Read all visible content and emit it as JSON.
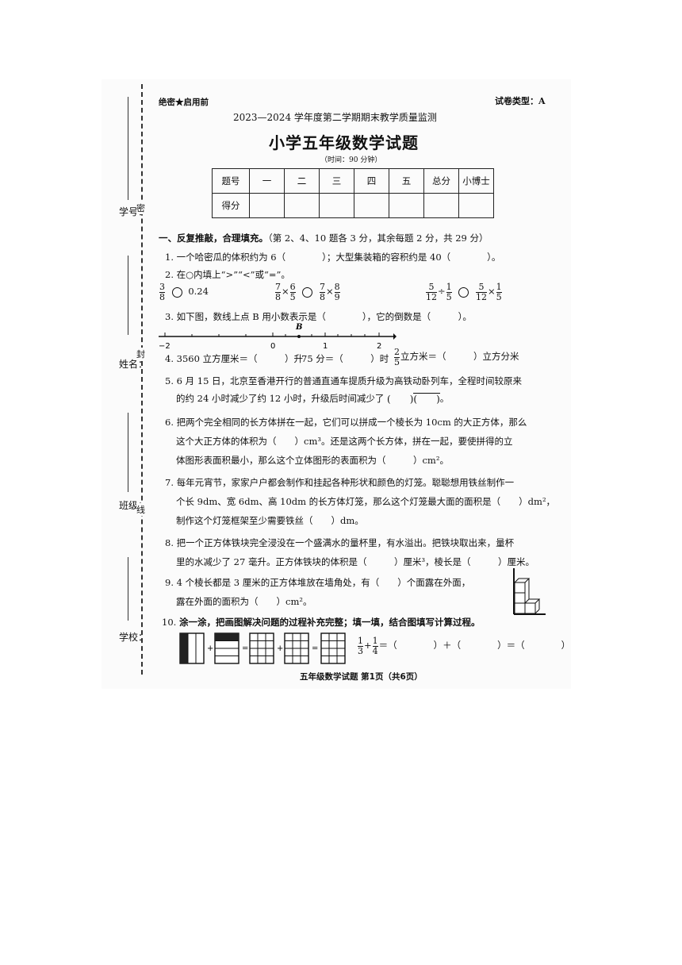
{
  "header": {
    "secret": "绝密★启用前",
    "paper_type": "试卷类型：A",
    "exam_name": "2023—2024 学年度第二学期期末教学质量监测",
    "title": "小学五年级数学试题",
    "time": "（时间：90 分钟）"
  },
  "binding": {
    "student_id": "学号：",
    "name": "姓名：",
    "class": "班级：",
    "school": "学校：",
    "mark_seal": "密",
    "mark_fold": "封",
    "mark_line": "线"
  },
  "score_table": {
    "row1": [
      "题号",
      "一",
      "二",
      "三",
      "四",
      "五",
      "总分",
      "小博士"
    ],
    "row2_label": "得分"
  },
  "section1": {
    "heading": "一、反复推敲，合理填充。",
    "note": "（第 2、4、10 题各 3 分，其余每题 2 分，共 29 分）"
  },
  "q1": {
    "num": "1.",
    "text": "一个哈密瓜的体积约为 6（　　　　）；大型集装箱的容积约是 40（　　　　）。"
  },
  "q2": {
    "num": "2.",
    "text": "在○内填上“>”“<”或“=”。",
    "a_n": "3",
    "a_d": "8",
    "a_r": "0.24",
    "b1_n": "7",
    "b1_d": "8",
    "b_op": "×",
    "b2_n": "6",
    "b2_d": "5",
    "b3_n": "7",
    "b3_d": "8",
    "b4_n": "8",
    "b4_d": "9",
    "c1_n": "5",
    "c1_d": "12",
    "c_div": "÷",
    "c2_n": "1",
    "c2_d": "5",
    "c3_n": "5",
    "c3_d": "12",
    "c4_n": "1",
    "c4_d": "5"
  },
  "q3": {
    "num": "3.",
    "text": "如下图，数线上点 B 用小数表示是（　　　　），它的倒数是（　　　）。",
    "point": "B",
    "ticks": [
      "−2",
      "0",
      "1",
      "2"
    ]
  },
  "q4": {
    "num": "4.",
    "a": "3560 立方厘米＝（　　　）升",
    "b": "75 分＝（　　　）时",
    "c_n": "2",
    "c_d": "5",
    "c": "立方米＝（　　　）立方分米"
  },
  "q5": {
    "num": "5.",
    "line1": "6 月 15 日，北京至香港开行的普通直通车提质升级为高铁动卧列车，全程时间较原来",
    "line2": "的约 24 小时减少了约 12 小时，升级后时间减少了",
    "paren_top": "(　　)",
    "paren_bot": "(　　)",
    "end": "。"
  },
  "q6": {
    "num": "6.",
    "line1": "把两个完全相同的长方体拼在一起，它们可以拼成一个棱长为 10cm 的大正方体，那么",
    "line2": "这个大正方体的体积为（　　）cm³。还是这两个长方体，拼在一起，要使拼得的立",
    "line3": "体图形表面积最小，那么这个立体图形的表面积为（　　　）cm²。"
  },
  "q7": {
    "num": "7.",
    "line1": "每年元宵节，家家户户都会制作和挂起各种形状和颜色的灯笼。聪聪想用铁丝制作一",
    "line2": "个长 9dm、宽 6dm、高 10dm 的长方体灯笼，那么这个灯笼最大面的面积是（　　）dm²，",
    "line3": "制作这个灯笼框架至少需要铁丝（　　）dm。"
  },
  "q8": {
    "num": "8.",
    "line1": "把一个正方体铁块完全浸没在一个盛满水的量杯里，有水溢出。把铁块取出来，量杯",
    "line2": "里的水减少了 27 毫升。正方体铁块的体积是（　　　）厘米³，棱长是（　　　）厘米。"
  },
  "q9": {
    "num": "9.",
    "line1": "4 个棱长都是 3 厘米的正方体堆放在墙角处，有（　　）个面露在外面，",
    "line2": "露在外面的面积为（　　）cm²。"
  },
  "q10": {
    "num": "10.",
    "text": "涂一涂，把画图解决问题的过程补充完整；填一填，结合图填写计算过程。",
    "plus": "+",
    "eq": "=",
    "f1_n": "1",
    "f1_d": "3",
    "f2_n": "1",
    "f2_d": "4",
    "calc": "＝（　　　　）＋（　　　　）＝（　　　　）"
  },
  "footer": "五年级数学试题 第1页（共6页）"
}
